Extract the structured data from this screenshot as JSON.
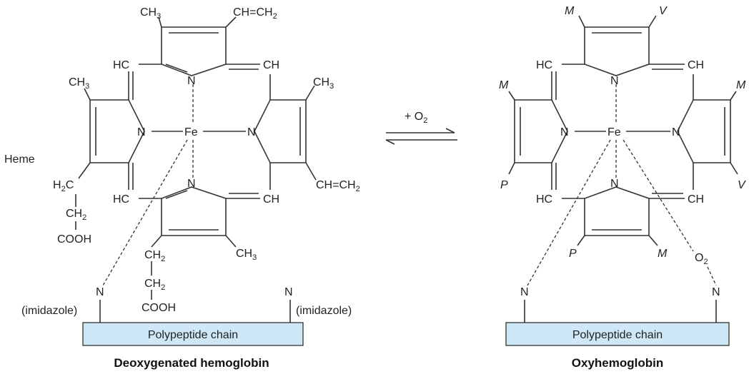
{
  "arrow": {
    "label": "+ O",
    "label_sub": "2"
  },
  "deoxy": {
    "title": "Deoxygenated hemoglobin",
    "side_label": "Heme",
    "chain_label": "Polypeptide chain",
    "imidazole_left": "(imidazole)",
    "imidazole_right": "(imidazole)",
    "atoms": {
      "fe": "Fe",
      "n": "N",
      "hc": "HC",
      "ch": "CH",
      "ch3": "CH",
      "ch3_sub": "3",
      "ch2": "CH",
      "ch2_sub": "2",
      "h2c": "H",
      "h2c_sub": "2",
      "h2c_c": "C",
      "vinyl": "CH=CH",
      "vinyl_sub": "2",
      "cooh": "COOH"
    }
  },
  "oxy": {
    "title": "Oxyhemoglobin",
    "chain_label": "Polypeptide chain",
    "o2": "O",
    "o2_sub": "2",
    "sub_labels": {
      "m": "M",
      "v": "V",
      "p": "P"
    },
    "atoms": {
      "fe": "Fe",
      "n": "N",
      "hc": "HC",
      "ch": "CH"
    }
  },
  "colors": {
    "chain_fill": "#cfe8f7",
    "chain_stroke": "#333333",
    "line": "#333333"
  }
}
